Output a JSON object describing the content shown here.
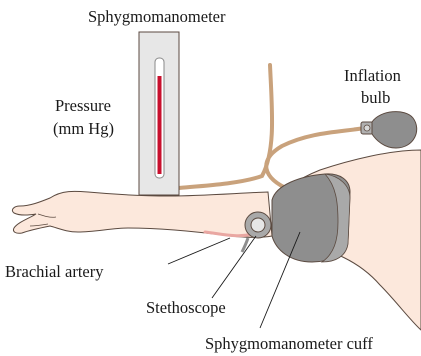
{
  "labels": {
    "sphygmomanometer": "Sphygmomanometer",
    "pressure_line1": "Pressure",
    "pressure_line2": "(mm Hg)",
    "inflation_line1": "Inflation",
    "inflation_line2": "bulb",
    "brachial_artery": "Brachial artery",
    "stethoscope": "Stethoscope",
    "cuff": "Sphygmomanometer cuff"
  },
  "colors": {
    "skin": "#fce8dc",
    "skin_outline": "#5b4a40",
    "gauge_panel": "#e7e7e7",
    "mercury": "#c8102e",
    "tube": "#c9a27c",
    "cuff": "#8e8e8e",
    "artery": "#e9a7a2"
  }
}
